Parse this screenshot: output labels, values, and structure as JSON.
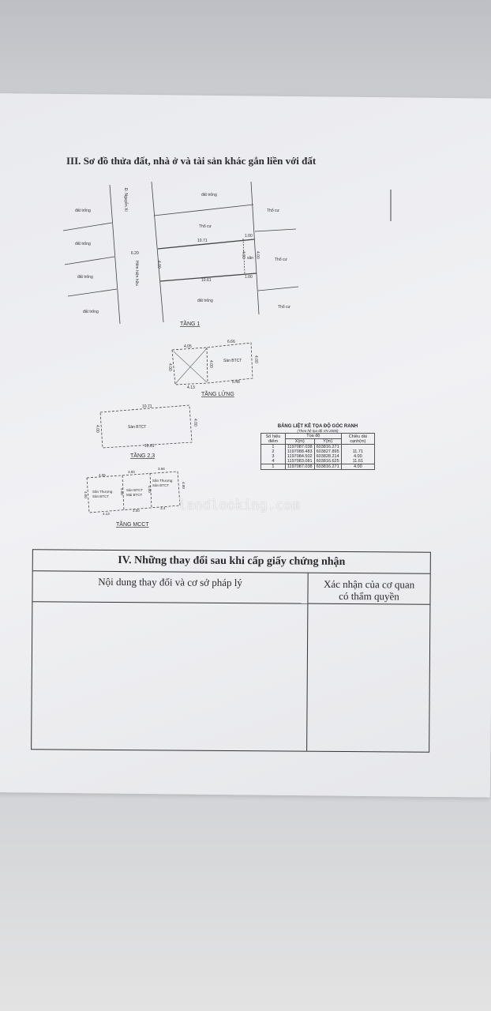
{
  "section3": {
    "title": "III. Sơ đồ thửa đất, nhà ở và tài sản khác gắn liền với đất"
  },
  "tang1": {
    "road_label": "Đ. Nguyễn Xí",
    "alley_label": "Hẻm hiện hữu",
    "alley_width": "6.20",
    "left_lots": [
      "đất trống",
      "đất trống",
      "đất trống",
      "đất trống"
    ],
    "top_lot": "đất trống",
    "upper_lot": "Thổ cư",
    "bottom_lot": "đất trống",
    "right_lots": [
      "Thổ cư",
      "Thổ cư",
      "Thổ cư"
    ],
    "top_len": "10.71",
    "bottom_len": "10.61",
    "left_w": "4.00",
    "right_w": "4.00",
    "inner_w": "4.00",
    "stair_top": "1.00",
    "stair_bottom": "1.00",
    "stair_label": "sân",
    "caption": "TẦNG 1"
  },
  "tang_lung": {
    "d1": "4.05",
    "d2": "6.66",
    "d3": "4.13",
    "d4": "6.48",
    "w1": "4.00",
    "w2": "4.00",
    "w3": "4.00",
    "label": "Sàn BTCT",
    "caption": "TẦNG LỬNG"
  },
  "tang_23": {
    "top": "10.71",
    "bottom": "10.61",
    "left": "4.00",
    "right": "4.00",
    "label": "Sàn BTCT",
    "caption": "TẦNG 2,3"
  },
  "tang_mcct": {
    "d1": "4.05",
    "d2": "3.00",
    "d3": "3.66",
    "d4": "4.13",
    "d5": "3.00",
    "d6": "3.4",
    "w1": "4.00",
    "w2": "4.00",
    "w3": "4.00",
    "w4": "4.00",
    "a1": "Sân Thượng",
    "a2": "Sàn BTCT",
    "b1": "Sàn BTCT",
    "b2": "Mái BTCT",
    "c1": "Sân Thượng",
    "c2": "Sàn BTCT",
    "caption": "TẦNG MCCT"
  },
  "coord_table": {
    "title": "BẢNG LIỆT KÊ TỌA ĐỘ GÓC RANH",
    "subtitle": "(Theo hệ tọa độ VN 2000)",
    "h_point": "Số hiệu điểm",
    "h_coord": "Tọa độ",
    "h_x": "X(m)",
    "h_y": "Y(m)",
    "h_len": "Chiều dài cạnh(m)",
    "rows": [
      [
        "1",
        "1197087.038",
        "603816.271"
      ],
      [
        "2",
        "1197088.483",
        "603827.895"
      ],
      [
        "3",
        "1197084.502",
        "603828.214"
      ],
      [
        "4",
        "1197083.081",
        "603816.625"
      ],
      [
        "1",
        "1197087.038",
        "603816.271"
      ]
    ],
    "lengths": [
      "11.71",
      "4.00",
      "11.61",
      "4.00"
    ]
  },
  "watermark": "landlooking.com",
  "section4": {
    "title": "IV. Những thay đổi sau khi cấp giấy chứng nhận",
    "col1": "Nội dung thay đổi và cơ sở pháp lý",
    "col2_l1": "Xác nhận của cơ quan",
    "col2_l2": "có thẩm quyền"
  }
}
